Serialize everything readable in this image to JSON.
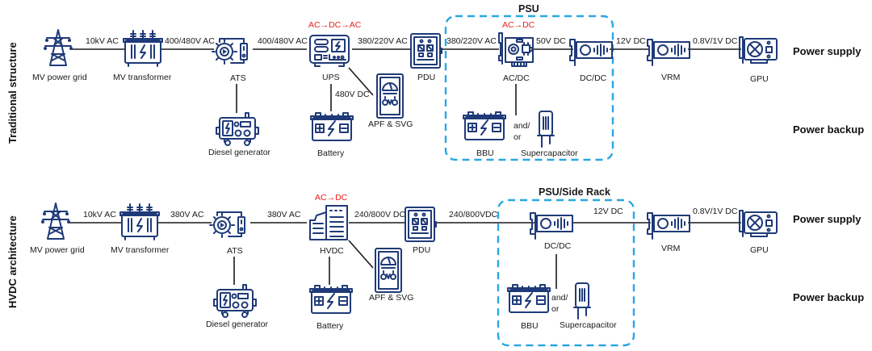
{
  "colors": {
    "icon": "#1f3a78",
    "conversion": "#e8201c",
    "boundary": "#29a7e0",
    "wire": "#1a1a1a"
  },
  "row_labels": {
    "supply": "Power supply",
    "backup": "Power backup"
  },
  "traditional": {
    "section_title": "Traditional  structure",
    "group_title": "PSU",
    "nodes": {
      "grid": "MV power grid",
      "transformer": "MV transformer",
      "ats": "ATS",
      "diesel": "Diesel generator",
      "ups": "UPS",
      "battery": "Battery",
      "apf": "APF & SVG",
      "pdu": "PDU",
      "acdc": "AC/DC",
      "dcdc": "DC/DC",
      "bbu": "BBU",
      "supercap": "Supercapacitor",
      "vrm": "VRM",
      "gpu": "GPU"
    },
    "links": {
      "grid_transformer": "10kV AC",
      "transformer_ats": "400/480V  AC",
      "ats_ups": "400/480V  AC",
      "ups_pdu": "380/220V  AC",
      "ups_battery": "480V  DC",
      "pdu_acdc": "380/220V  AC",
      "acdc_dcdc": "50V DC",
      "dcdc_vrm": "12V DC",
      "vrm_gpu": "0.8V/1V DC"
    },
    "conversions": {
      "ups": "AC→DC→AC",
      "acdc": "AC→DC"
    },
    "and_or": [
      "and/",
      "or"
    ]
  },
  "hvdc": {
    "section_title": "HVDC architecture",
    "group_title": "PSU/Side Rack",
    "nodes": {
      "grid": "MV power grid",
      "transformer": "MV transformer",
      "ats": "ATS",
      "diesel": "Diesel generator",
      "hvdc": "HVDC",
      "battery": "Battery",
      "apf": "APF & SVG",
      "pdu": "PDU",
      "dcdc": "DC/DC",
      "bbu": "BBU",
      "supercap": "Supercapacitor",
      "vrm": "VRM",
      "gpu": "GPU"
    },
    "links": {
      "grid_transformer": "10kV AC",
      "transformer_ats": "380V  AC",
      "ats_hvdc": "380V  AC",
      "hvdc_pdu": "240/800V  DC",
      "pdu_dcdc": "240/800VDC",
      "dcdc_vrm": "12V DC",
      "vrm_gpu": "0.8V/1V DC"
    },
    "conversions": {
      "hvdc": "AC→DC"
    },
    "and_or": [
      "and/",
      "or"
    ]
  }
}
